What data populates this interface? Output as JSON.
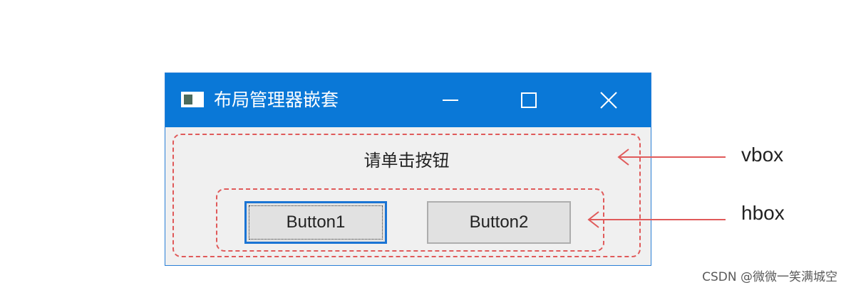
{
  "window": {
    "title": "布局管理器嵌套",
    "accent_color": "#0a78d7",
    "controls": {
      "minimize_icon": "minimize-icon",
      "maximize_icon": "maximize-icon",
      "close_icon": "close-icon"
    }
  },
  "content": {
    "prompt_label": "请单击按钮",
    "buttons": [
      {
        "label": "Button1",
        "focused": true
      },
      {
        "label": "Button2",
        "focused": false
      }
    ]
  },
  "annotations": {
    "vbox_label": "vbox",
    "hbox_label": "hbox",
    "color": "#e05a5a"
  },
  "watermark": "CSDN @微微一笑满城空"
}
